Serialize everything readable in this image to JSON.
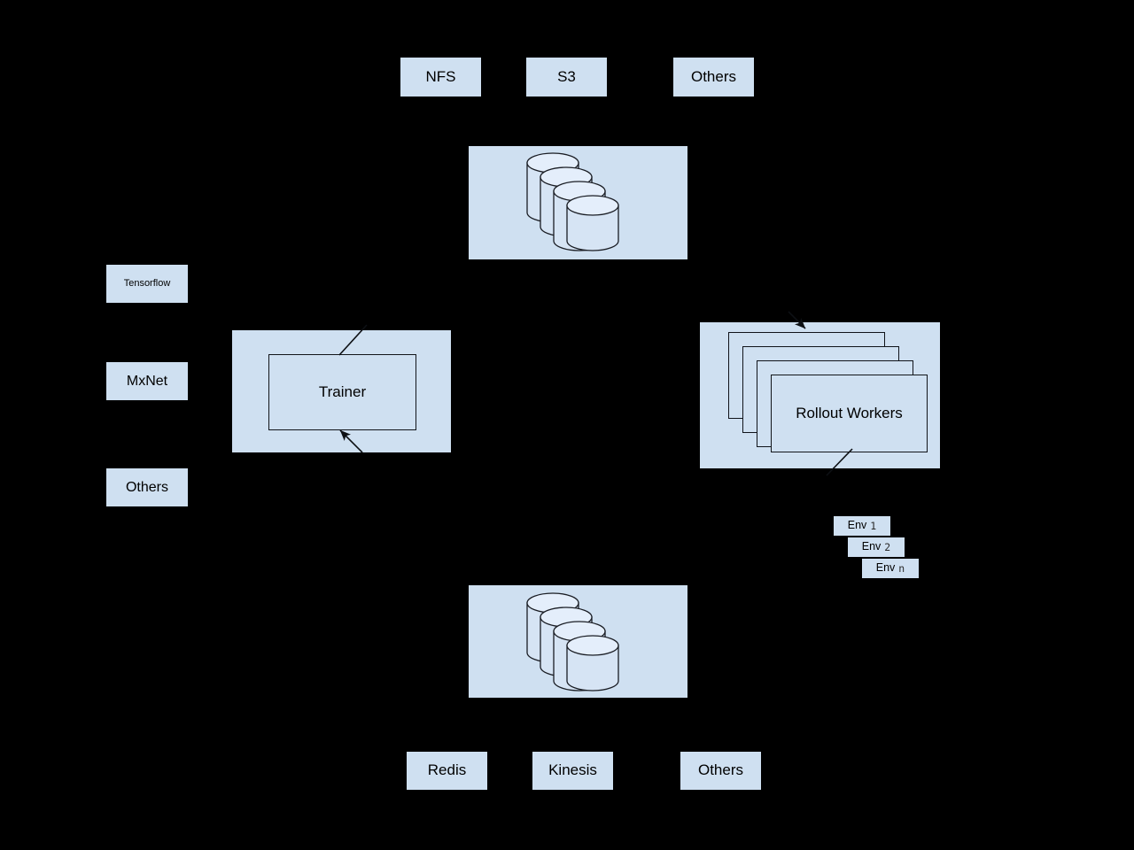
{
  "diagram": {
    "background_color": "#000000",
    "node_fill": "#cfe0f1",
    "node_stroke": "#12151a",
    "storage_top": {
      "label": "",
      "icon": "database-stack-icon",
      "cylinder_count": 4
    },
    "storage_bottom": {
      "label": "",
      "icon": "database-stack-icon",
      "cylinder_count": 4
    },
    "top_row": [
      {
        "label": "NFS"
      },
      {
        "label": "S3"
      },
      {
        "label": "Others"
      }
    ],
    "bottom_row": [
      {
        "label": "Redis"
      },
      {
        "label": "Kinesis"
      },
      {
        "label": "Others"
      }
    ],
    "frameworks": [
      {
        "label": "Tensorflow"
      },
      {
        "label": "MxNet"
      },
      {
        "label": "Others"
      }
    ],
    "trainer": {
      "label": "Trainer"
    },
    "rollout": {
      "label": "Rollout Workers",
      "stack_count": 4
    },
    "envs": [
      {
        "name": "Env",
        "index": "1"
      },
      {
        "name": "Env",
        "index": "2"
      },
      {
        "name": "Env",
        "index": "n"
      }
    ]
  }
}
